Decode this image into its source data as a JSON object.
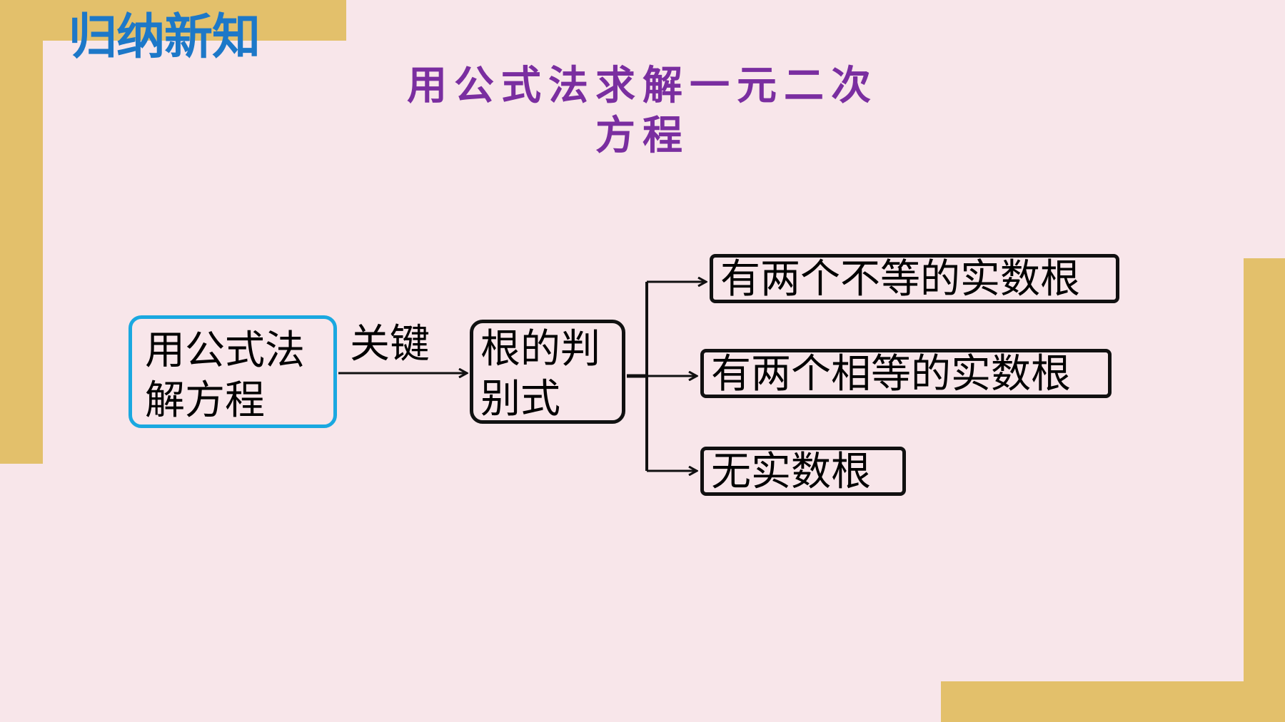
{
  "section_title": "归纳新知",
  "main_title": "用公式法求解一元二次方程",
  "diagram": {
    "root": "用公式法解方程",
    "edge_label": "关键",
    "middle": "根的判别式",
    "outcomes": [
      "有两个不等的实数根",
      "有两个相等的实数根",
      "无实数根"
    ]
  },
  "colors": {
    "background": "#f8e6ea",
    "decoration": "#e3c06b",
    "section_title": "#1d78c8",
    "main_title": "#7a2ea0",
    "root_border": "#1aa8e0",
    "box_border": "#111111"
  }
}
